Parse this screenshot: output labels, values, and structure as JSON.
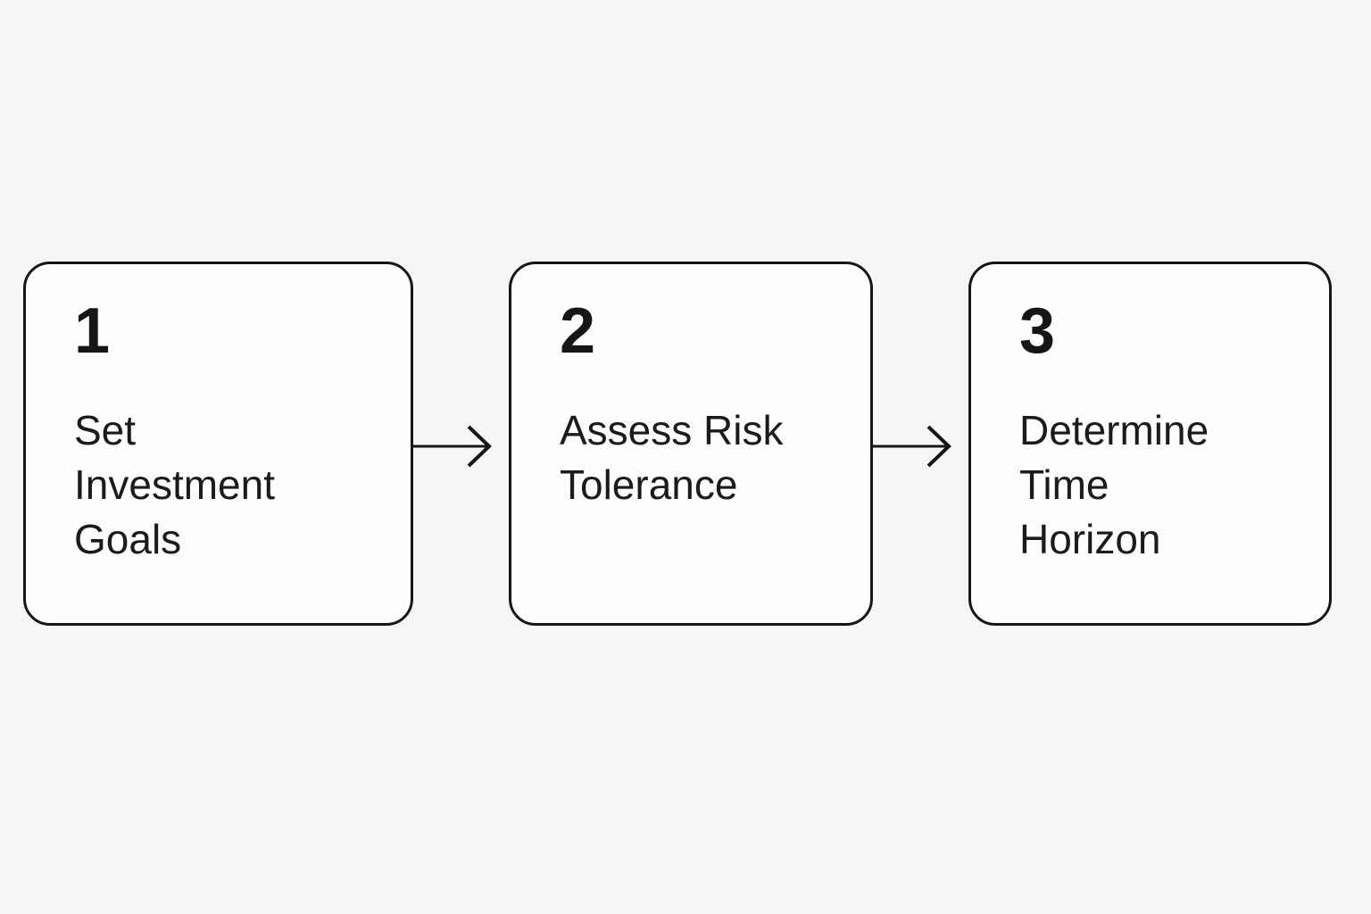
{
  "steps": [
    {
      "number": "1",
      "label": "Set\nInvestment\nGoals"
    },
    {
      "number": "2",
      "label": "Assess Risk\nTolerance"
    },
    {
      "number": "3",
      "label": "Determine\nTime\nHorizon"
    }
  ],
  "arrows": [
    {
      "icon": "arrow-right-icon"
    },
    {
      "icon": "arrow-right-icon"
    }
  ],
  "colors": {
    "background": "#f7f6f4",
    "box_fill": "#fdfdfc",
    "border": "#161616",
    "number_text": "#161616",
    "label_text": "#1b1b1b",
    "arrow": "#161616"
  }
}
